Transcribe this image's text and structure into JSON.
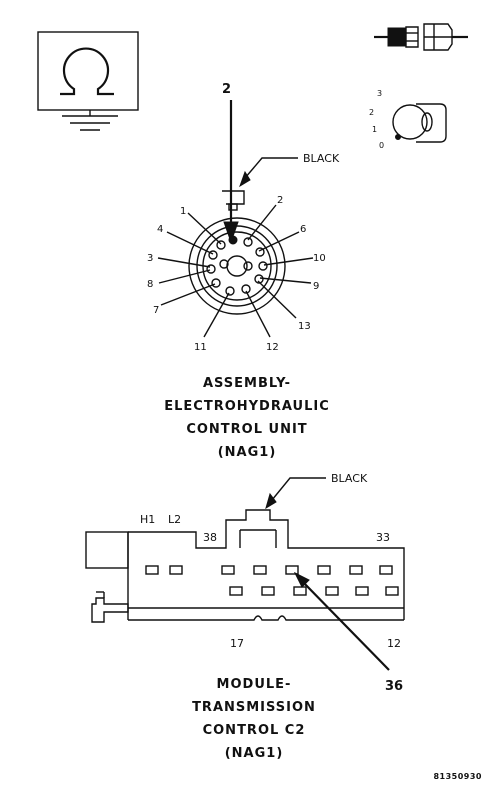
{
  "figure_code": "81350930",
  "ground_symbol": {
    "icon": "ohm-resistance-ground-icon"
  },
  "connector_icon": {
    "icon": "inline-connector-icon"
  },
  "ignition_icon": {
    "icon": "ignition-key-switch-icon",
    "positions": [
      "3",
      "2",
      "1",
      "0"
    ]
  },
  "round_connector": {
    "callout_pin": "2",
    "color_label": "BLACK",
    "pin_labels": [
      "1",
      "2",
      "3",
      "4",
      "6",
      "7",
      "8",
      "9",
      "10",
      "11",
      "12",
      "13"
    ],
    "title_lines": [
      "ASSEMBLY-",
      "ELECTROHYDRAULIC",
      "CONTROL UNIT",
      "(NAG1)"
    ]
  },
  "rect_connector": {
    "color_label": "BLACK",
    "top_labels": [
      "H1",
      "L2",
      "38",
      "33"
    ],
    "bottom_labels": [
      "17",
      "12"
    ],
    "callout_pin": "36",
    "title_lines": [
      "MODULE-",
      "TRANSMISSION",
      "CONTROL C2",
      "(NAG1)"
    ]
  }
}
